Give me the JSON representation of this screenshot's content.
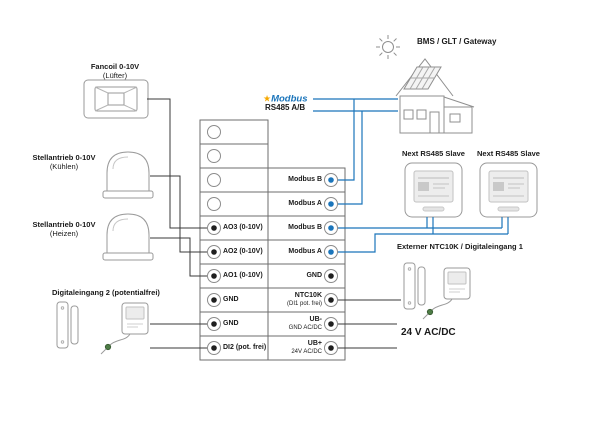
{
  "accent": {
    "modbus_blue": "#1b75bb",
    "star_orange": "#f6a800"
  },
  "icons": {
    "modbus_star": "★"
  },
  "left_devices": {
    "fancoil": {
      "name": "Fancoil 0-10V",
      "sub": "(Lüfter)"
    },
    "cooling": {
      "name": "Stellantrieb 0-10V",
      "sub": "(Kühlen)"
    },
    "heating": {
      "name": "Stellantrieb 0-10V",
      "sub": "(Heizen)"
    },
    "di2": {
      "name": "Digitaleingang 2 (potentialfrei)"
    }
  },
  "terminal_block": {
    "left": [
      {
        "label": ""
      },
      {
        "label": ""
      },
      {
        "label": ""
      },
      {
        "label": ""
      },
      {
        "label": "AO3 (0-10V)"
      },
      {
        "label": "AO2 (0-10V)"
      },
      {
        "label": "AO1 (0-10V)"
      },
      {
        "label": "GND"
      },
      {
        "label": "GND"
      },
      {
        "label": "DI2 (pot. frei)"
      }
    ],
    "right": [
      {
        "label": "Modbus B",
        "sub": ""
      },
      {
        "label": "Modbus A",
        "sub": ""
      },
      {
        "label": "Modbus B",
        "sub": ""
      },
      {
        "label": "Modbus A",
        "sub": ""
      },
      {
        "label": "GND",
        "sub": ""
      },
      {
        "label": "NTC10K",
        "sub": "(DI1 pot. frei)"
      },
      {
        "label": "UB-",
        "sub": "GND AC/DC"
      },
      {
        "label": "UB+",
        "sub": "24V AC/DC"
      }
    ]
  },
  "top_right": {
    "bms": "BMS / GLT / Gateway",
    "modbus_logo": "Modbus",
    "rs485": "RS485 A/B"
  },
  "right_side": {
    "slave1": "Next RS485 Slave",
    "slave2": "Next RS485 Slave",
    "ntc": "Externer NTC10K / Digitaleingang 1",
    "power": "24 V AC/DC"
  }
}
